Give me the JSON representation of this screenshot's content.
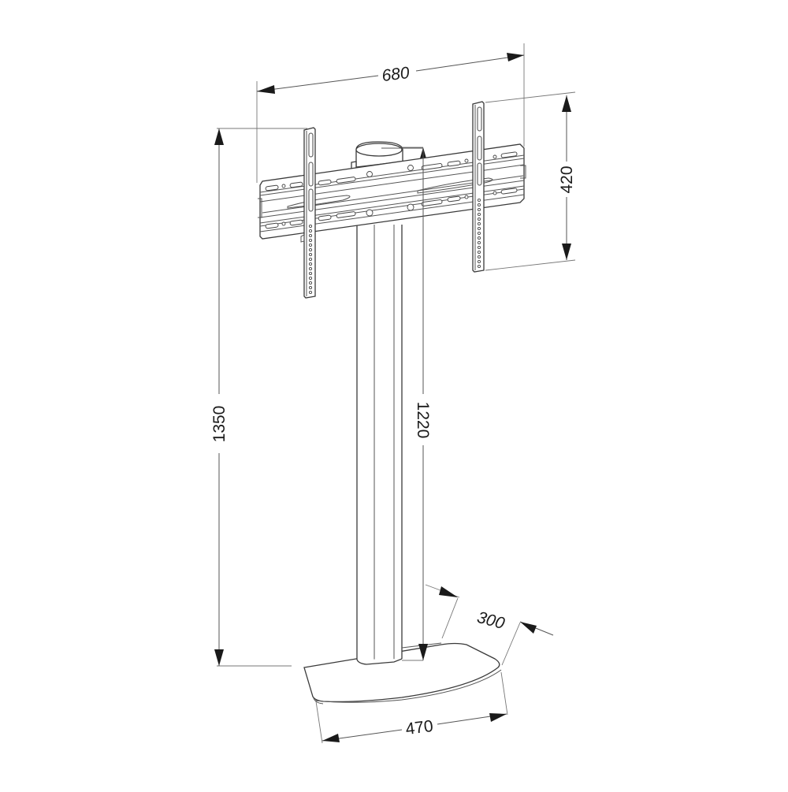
{
  "diagram": {
    "subject": "TV floor stand",
    "units": "mm",
    "colors": {
      "background": "#ffffff",
      "line": "#3a3a3a",
      "text": "#1a1a1a"
    },
    "dimensions": {
      "mount_width": {
        "label": "680"
      },
      "bracket_height": {
        "label": "420"
      },
      "total_height": {
        "label": "1350"
      },
      "mount_center_height": {
        "label": "1220"
      },
      "base_depth": {
        "label": "300"
      },
      "base_width": {
        "label": "470"
      }
    },
    "components": [
      {
        "name": "vesa-mounting-plate"
      },
      {
        "name": "left-vertical-bracket"
      },
      {
        "name": "right-vertical-bracket"
      },
      {
        "name": "column-clamp"
      },
      {
        "name": "upright-column"
      },
      {
        "name": "base-plate"
      }
    ]
  }
}
